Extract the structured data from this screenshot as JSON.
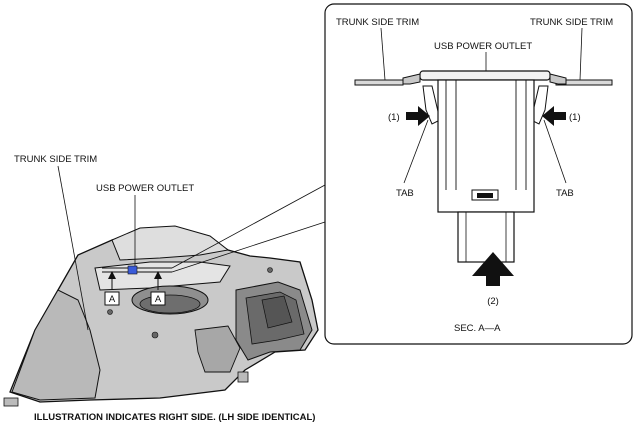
{
  "labels": {
    "trunk_side_trim_left_overview": "TRUNK SIDE TRIM",
    "usb_power_outlet_overview": "USB POWER OUTLET",
    "section_marker_left": "A",
    "section_marker_right": "A",
    "trunk_side_trim_detail_left": "TRUNK SIDE TRIM",
    "trunk_side_trim_detail_right": "TRUNK SIDE TRIM",
    "usb_power_outlet_detail": "USB POWER OUTLET",
    "callout_1_left": "(1)",
    "callout_1_right": "(1)",
    "tab_left": "TAB",
    "tab_right": "TAB",
    "callout_2": "(2)",
    "section_title": "SEC. A—A",
    "footer_note": "ILLUSTRATION INDICATES RIGHT SIDE. (LH SIDE IDENTICAL)"
  },
  "colors": {
    "trim_panel": "#c9c9c9",
    "trim_shadow": "#9a9a9a",
    "outline": "#111111",
    "usb_outlet_highlight": "#3a5bd9",
    "detail_panel_border": "#111111"
  }
}
